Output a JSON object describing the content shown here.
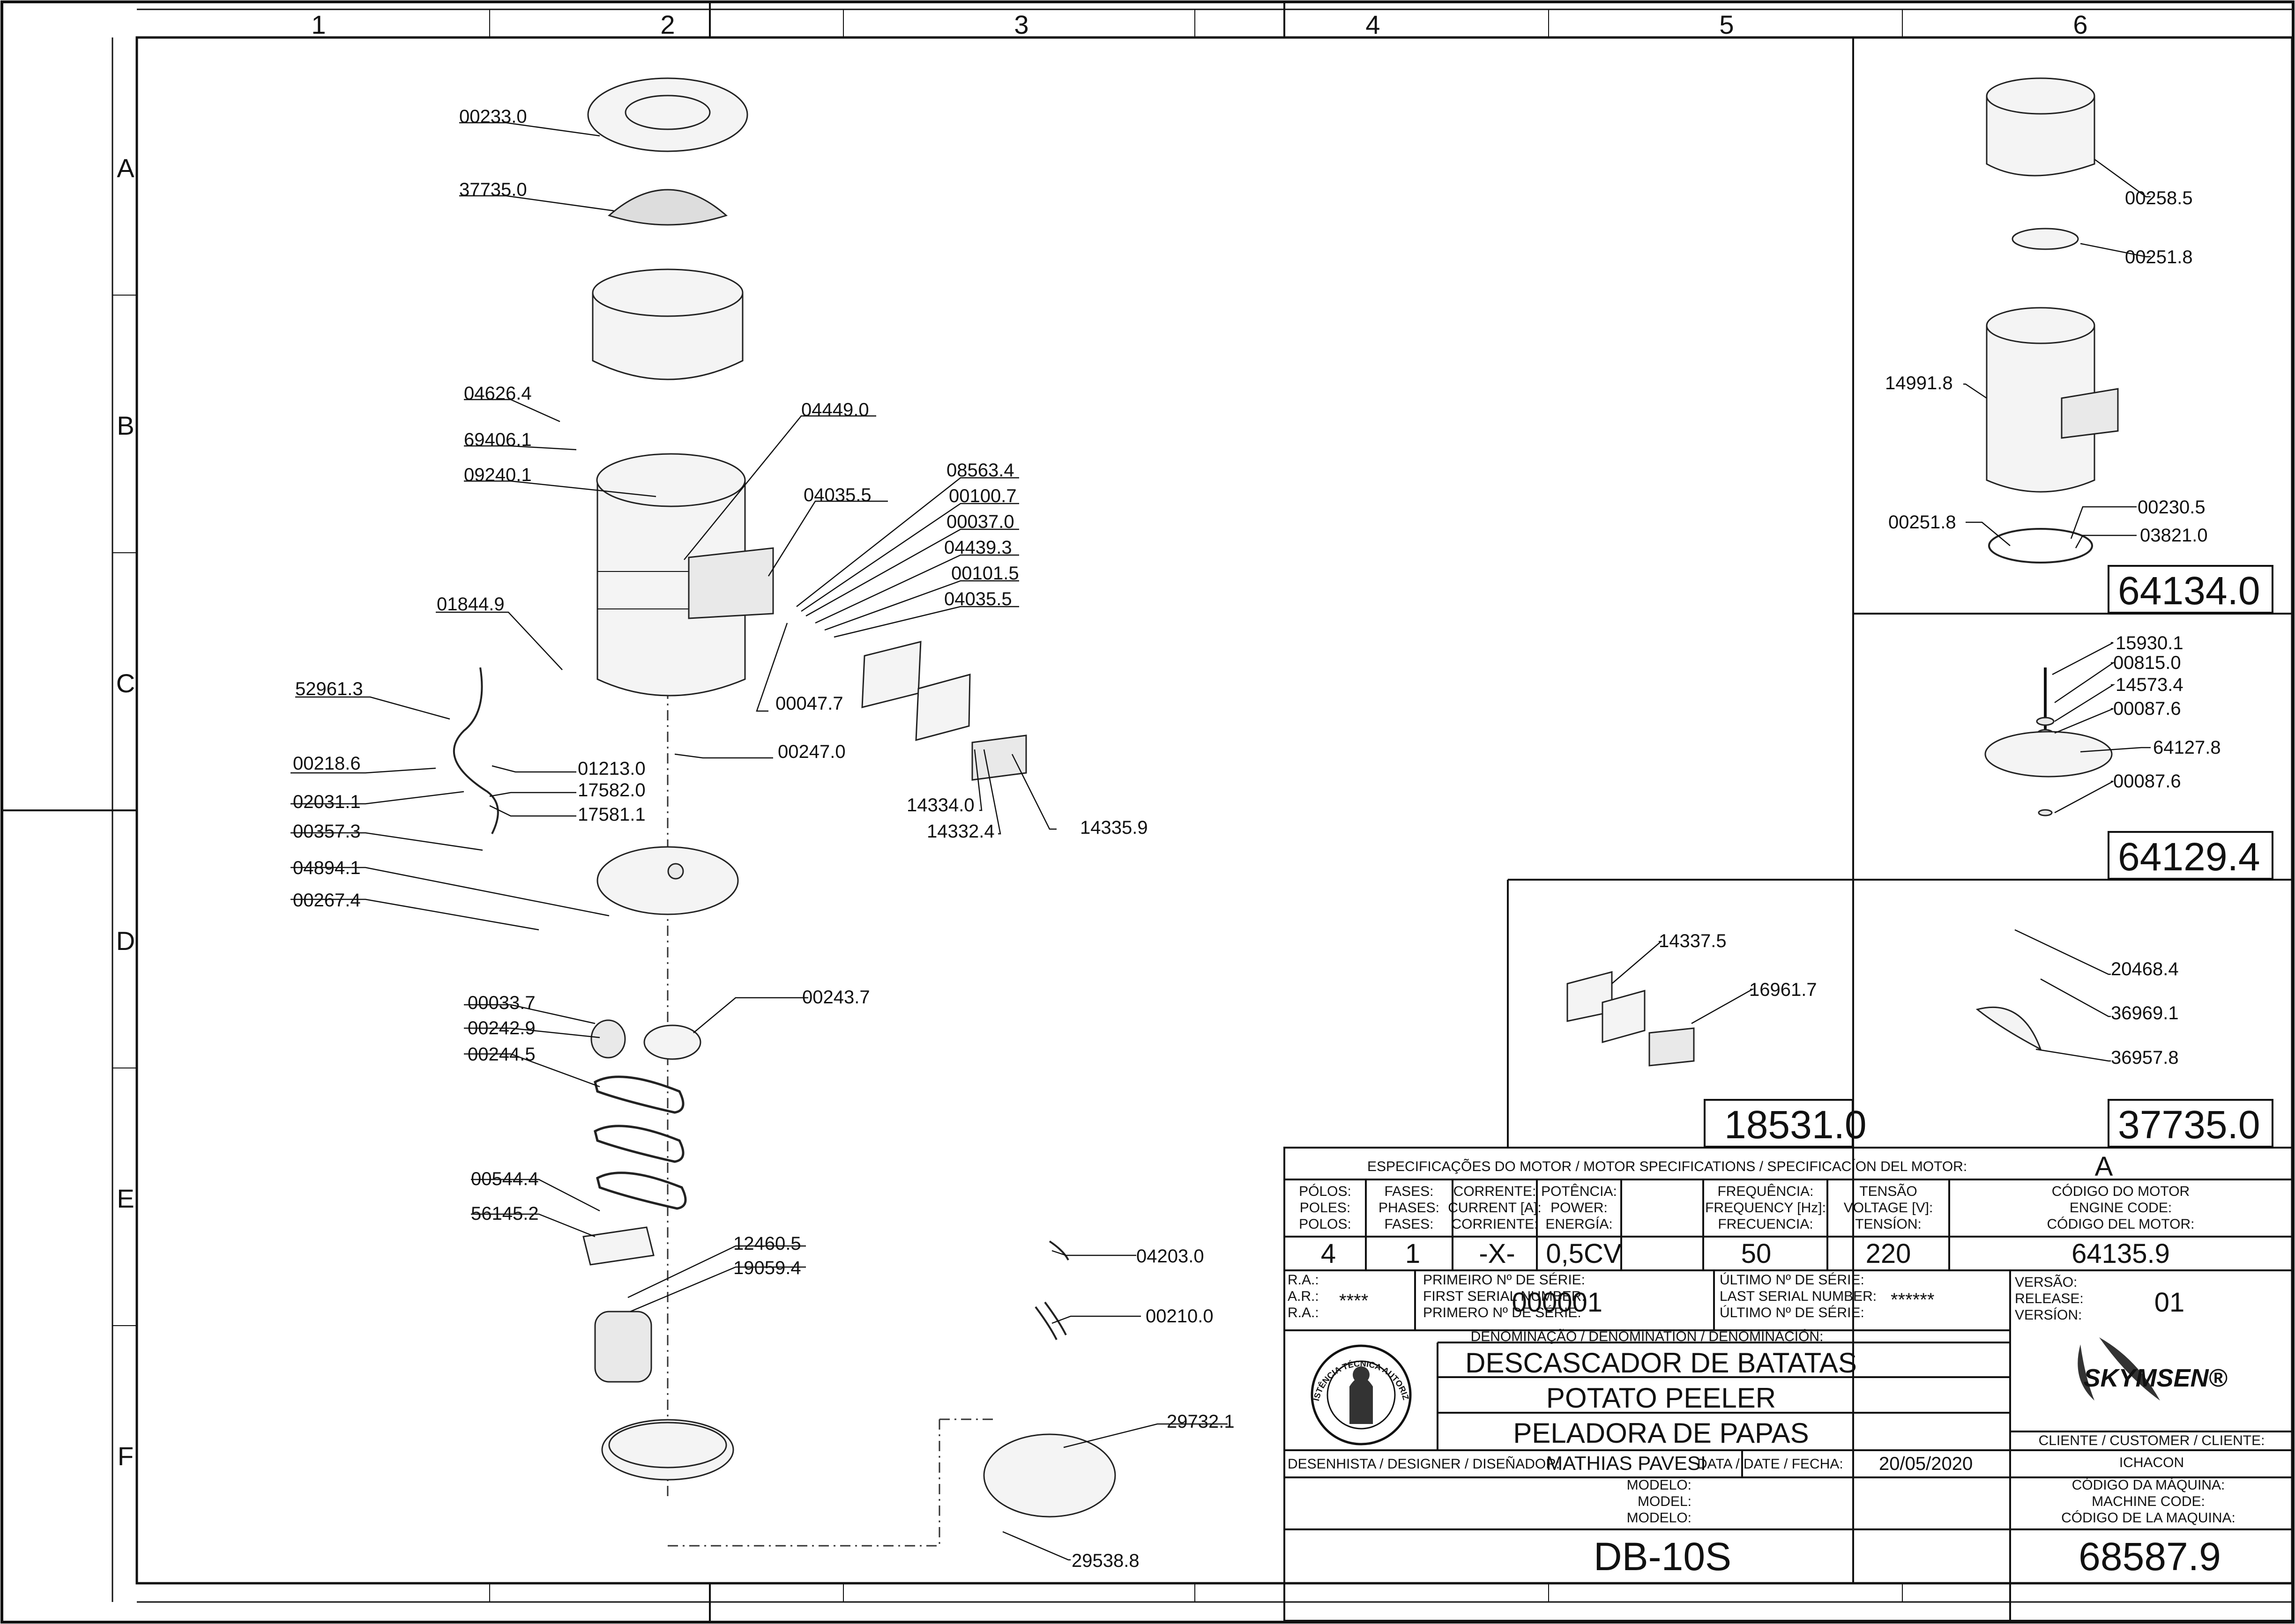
{
  "grid": {
    "columns": [
      "1",
      "2",
      "3",
      "4",
      "5",
      "6"
    ],
    "rows": [
      "A",
      "B",
      "C",
      "D",
      "E",
      "F"
    ]
  },
  "parts": [
    {
      "id": "00233.0"
    },
    {
      "id": "37735.0"
    },
    {
      "id": "04626.4"
    },
    {
      "id": "69406.1"
    },
    {
      "id": "09240.1"
    },
    {
      "id": "04449.0"
    },
    {
      "id": "04035.5"
    },
    {
      "id": "08563.4"
    },
    {
      "id": "00100.7"
    },
    {
      "id": "00037.0"
    },
    {
      "id": "04439.3"
    },
    {
      "id": "00101.5"
    },
    {
      "id": "04035.5"
    },
    {
      "id": "01844.9"
    },
    {
      "id": "52961.3"
    },
    {
      "id": "00047.7"
    },
    {
      "id": "00247.0"
    },
    {
      "id": "00218.6"
    },
    {
      "id": "01213.0"
    },
    {
      "id": "17582.0"
    },
    {
      "id": "02031.1"
    },
    {
      "id": "17581.1"
    },
    {
      "id": "00357.3"
    },
    {
      "id": "14334.0"
    },
    {
      "id": "14332.4"
    },
    {
      "id": "14335.9"
    },
    {
      "id": "04894.1"
    },
    {
      "id": "00267.4"
    },
    {
      "id": "00033.7"
    },
    {
      "id": "00242.9"
    },
    {
      "id": "00243.7"
    },
    {
      "id": "00244.5"
    },
    {
      "id": "00544.4"
    },
    {
      "id": "56145.2"
    },
    {
      "id": "12460.5"
    },
    {
      "id": "19059.4"
    },
    {
      "id": "04203.0"
    },
    {
      "id": "00210.0"
    },
    {
      "id": "29732.1"
    },
    {
      "id": "29538.8"
    },
    {
      "id": "00258.5"
    },
    {
      "id": "00251.8"
    },
    {
      "id": "14991.8"
    },
    {
      "id": "00251.8"
    },
    {
      "id": "00230.5"
    },
    {
      "id": "03821.0"
    },
    {
      "id": "15930.1"
    },
    {
      "id": "00815.0"
    },
    {
      "id": "14573.4"
    },
    {
      "id": "00087.6"
    },
    {
      "id": "64127.8"
    },
    {
      "id": "00087.6"
    },
    {
      "id": "14337.5"
    },
    {
      "id": "16961.7"
    },
    {
      "id": "20468.4"
    },
    {
      "id": "36969.1"
    },
    {
      "id": "36957.8"
    }
  ],
  "subassemblies": [
    "64134.0",
    "64129.4",
    "18531.0",
    "37735.0"
  ],
  "title_block": {
    "motor_spec_header": "ESPECIFICAÇÕES DO MOTOR / MOTOR SPECIFICATIONS / SPECIFICACÍON DEL MOTOR:",
    "motor_spec_code": "A",
    "spec_labels": [
      [
        "PÓLOS:",
        "POLES:",
        "POLOS:"
      ],
      [
        "FASES:",
        "PHASES:",
        "FASES:"
      ],
      [
        "CORRENTE:",
        "CURRENT [A]:",
        "CORRIENTE:"
      ],
      [
        "POTÊNCIA:",
        "POWER:",
        "ENERGÍA:"
      ],
      [
        "FREQUÊNCIA:",
        "FREQUENCY [Hz]:",
        "FRECUENCIA:"
      ],
      [
        "TENSÃO",
        "VOLTAGE [V]:",
        "TENSÍON:"
      ],
      [
        "CÓDIGO DO MOTOR",
        "ENGINE CODE:",
        "CÓDIGO DEL MOTOR:"
      ]
    ],
    "spec_values": [
      "4",
      "1",
      "-X-",
      "0,5CV",
      "50",
      "220",
      "64135.9"
    ],
    "ra_labels": [
      "R.A.:",
      "A.R.:",
      "R.A.:"
    ],
    "ra_value": "****",
    "first_serial_labels": [
      "PRIMEIRO Nº DE SÉRIE:",
      "FIRST SERIAL NUMBER:",
      "PRIMERO Nº DE SÉRIE:"
    ],
    "first_serial": "000001",
    "last_serial_labels": [
      "ÚLTIMO Nº DE SÉRIE:",
      "LAST SERIAL NUMBER:",
      "ÚLTIMO Nº DE SÉRIE:"
    ],
    "last_serial": "******",
    "version_labels": [
      "VERSÃO:",
      "RELEASE:",
      "VERSÍON:"
    ],
    "version": "01",
    "denomination_label": "DENOMINAÇÃO / DENOMINATION / DENOMINACIÓN:",
    "names": [
      "DESCASCADOR DE BATATAS",
      "POTATO PEELER",
      "PELADORA DE PAPAS"
    ],
    "brand": "SKYMSEN®",
    "seal_text": "ASSISTÊNCIA TÉCNICA AUTORIZADA",
    "customer_label": "CLIENTE / CUSTOMER / CLIENTE:",
    "customer": "ICHACON",
    "designer_label": "DESENHISTA / DESIGNER / DISEÑADOR:",
    "designer": "MATHIAS PAVESI",
    "date_label": "DATA / DATE / FECHA:",
    "date": "20/05/2020",
    "model_labels": [
      "MODELO:",
      "MODEL:",
      "MODELO:"
    ],
    "machine_code_labels": [
      "CÓDIGO DA MÁQUINA:",
      "MACHINE CODE:",
      "CÓDIGO DE LA MAQUINA:"
    ],
    "model": "DB-10S",
    "machine_code": "68587.9"
  },
  "colors": {
    "ink": "#111111",
    "paper": "#ffffff"
  }
}
